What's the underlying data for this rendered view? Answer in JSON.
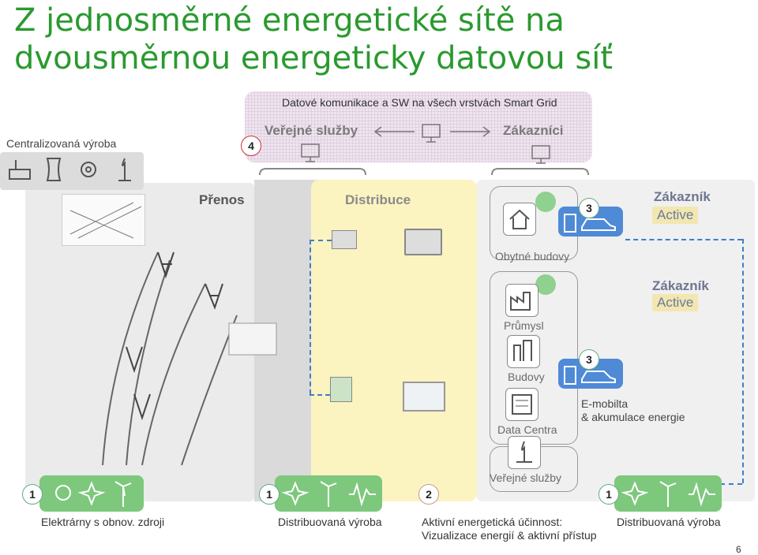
{
  "title": {
    "line1": "Z jednosměrné energetické sítě na",
    "line2": "dvousměrnou energeticky datovou síť"
  },
  "top": {
    "banner": "Datové komunikace a SW na všech vrstvách Smart Grid",
    "left_label": "Centralizovaná výroba",
    "step4": "4",
    "public_services": "Veřejné služby",
    "customers": "Zákazníci"
  },
  "zones": {
    "prenos": "Přenos",
    "distribuce": "Distribuce"
  },
  "right": {
    "residential": "Obytné budovy",
    "zakaznik1": "Zákazník",
    "active1": "Active",
    "zakaznik2": "Zákazník",
    "active2": "Active",
    "industry": "Průmysl",
    "buildings": "Budovy",
    "datacenters": "Data Centra",
    "public_services": "Veřejné služby",
    "emobility_line1": "E-mobilta",
    "emobility_line2": "& akumulace energie",
    "step3a": "3",
    "step3b": "3"
  },
  "bottom": {
    "n1a": "1",
    "label1": "Elektrárny s obnov. zdroji",
    "n1b": "1",
    "label2": "Distribuovaná výroba",
    "n2": "2",
    "label3_line1": "Aktivní energetická účinnost:",
    "label3_line2": "Vizualizace energií & aktivní přístup",
    "n1c": "1",
    "label4": "Distribuovaná výroba"
  },
  "page_number": "6",
  "colors": {
    "title_green": "#2a9a2f",
    "green_box": "#7dc87d",
    "blue_box": "#4f8ad6",
    "yellow_zone": "#fbf3c0",
    "pink_zone": "#efe4ef",
    "dashed_blue": "#3d7fc9"
  }
}
